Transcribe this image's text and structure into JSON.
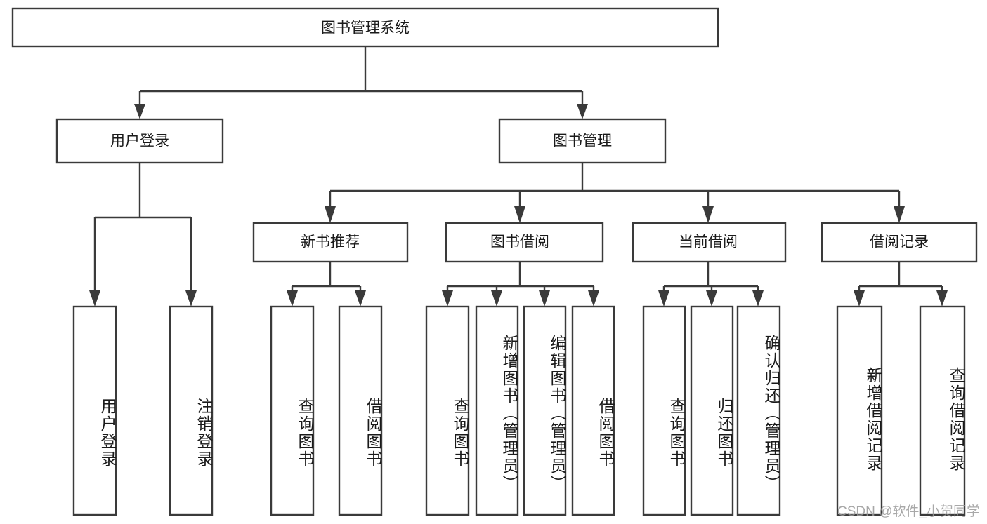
{
  "diagram": {
    "type": "tree-hierarchy-flowchart",
    "title": "图书管理系统",
    "colors": {
      "background": "#ffffff",
      "box_fill": "#ffffff",
      "box_stroke": "#3a3a3a",
      "connector": "#3a3a3a",
      "text": "#1a1a1a",
      "watermark": "#9a9a9a"
    },
    "root": {
      "label": "图书管理系统"
    },
    "level2": [
      {
        "label": "用户登录"
      },
      {
        "label": "图书管理"
      }
    ],
    "level3": [
      {
        "label": "新书推荐"
      },
      {
        "label": "图书借阅"
      },
      {
        "label": "当前借阅"
      },
      {
        "label": "借阅记录"
      }
    ],
    "leaves": {
      "user_login": [
        {
          "label": "用户登录"
        },
        {
          "label": "注销登录"
        }
      ],
      "new_book_recommend": [
        {
          "label": "查询图书"
        },
        {
          "label": "借阅图书"
        }
      ],
      "book_borrow": [
        {
          "label": "查询图书"
        },
        {
          "label": "新增图书（管理员）"
        },
        {
          "label": "编辑图书（管理员）"
        },
        {
          "label": "借阅图书"
        }
      ],
      "current_borrow": [
        {
          "label": "查询图书"
        },
        {
          "label": "归还图书"
        },
        {
          "label": "确认归还（管理员）"
        }
      ],
      "borrow_record": [
        {
          "label": "新增借阅记录"
        },
        {
          "label": "查询借阅记录"
        }
      ]
    },
    "watermark": "CSDN @软件_小贺同学"
  }
}
